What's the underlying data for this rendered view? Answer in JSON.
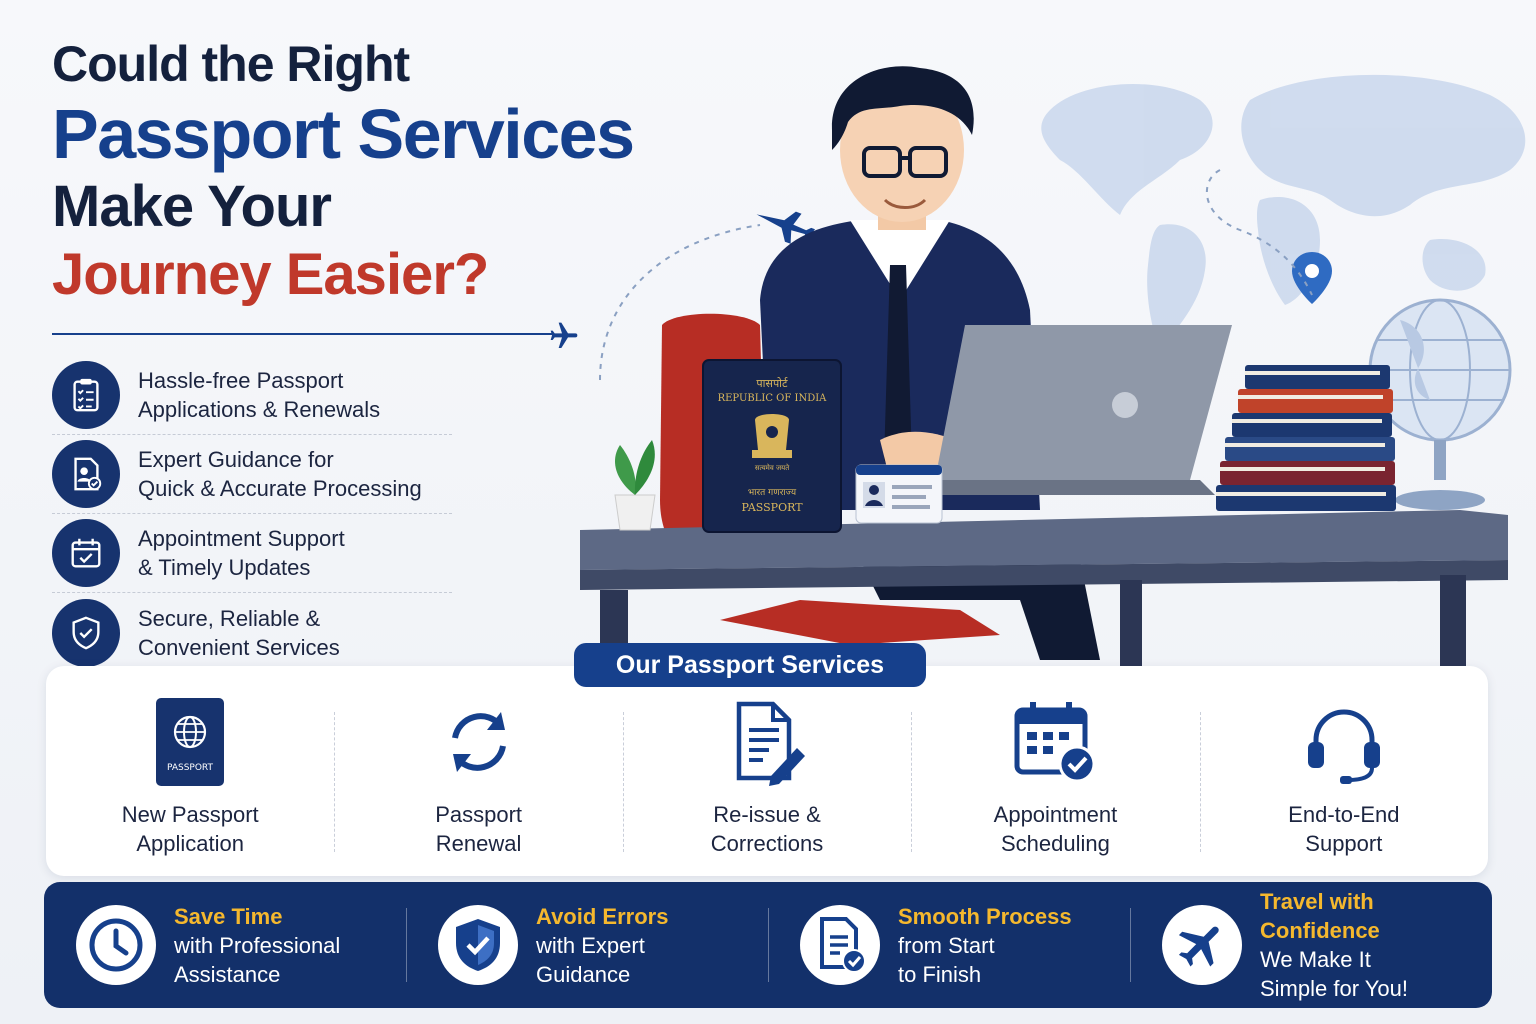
{
  "heading": {
    "line1": "Could the Right",
    "line2": "Passport Services",
    "line3": "Make Your",
    "line4": "Journey Easier?"
  },
  "features": [
    {
      "icon": "checklist-icon",
      "line1": "Hassle-free Passport",
      "line2": "Applications & Renewals"
    },
    {
      "icon": "id-document-icon",
      "line1": "Expert Guidance for",
      "line2": "Quick & Accurate Processing"
    },
    {
      "icon": "calendar-check-icon",
      "line1": "Appointment Support",
      "line2": "& Timely Updates"
    },
    {
      "icon": "shield-check-icon",
      "line1": "Secure, Reliable &",
      "line2": "Convenient Services"
    }
  ],
  "passport_prop": {
    "hindi_title": "पासपोर्ट",
    "country": "REPUBLIC OF INDIA",
    "emblem_caption": "सत्यमेव जयते",
    "hindi_label": "भारत गणराज्य",
    "label": "PASSPORT"
  },
  "services": {
    "title": "Our Passport Services",
    "items": [
      {
        "icon": "passport-icon",
        "icon_text": "PASSPORT",
        "line1": "New Passport",
        "line2": "Application"
      },
      {
        "icon": "renewal-arrows-icon",
        "line1": "Passport",
        "line2": "Renewal"
      },
      {
        "icon": "document-edit-icon",
        "line1": "Re-issue &",
        "line2": "Corrections"
      },
      {
        "icon": "calendar-icon",
        "line1": "Appointment",
        "line2": "Scheduling"
      },
      {
        "icon": "headset-icon",
        "line1": "End-to-End",
        "line2": "Support"
      }
    ]
  },
  "benefits": [
    {
      "icon": "clock-icon",
      "title": "Save Time",
      "line1": "with Professional",
      "line2": "Assistance"
    },
    {
      "icon": "shield-icon",
      "title": "Avoid Errors",
      "line1": "with Expert",
      "line2": "Guidance"
    },
    {
      "icon": "document-check-icon",
      "title": "Smooth Process",
      "line1": "from Start",
      "line2": "to Finish"
    },
    {
      "icon": "airplane-icon",
      "title": "Travel with Confidence",
      "line1": "We Make It",
      "line2": "Simple for You!"
    }
  ],
  "colors": {
    "navy": "#13306a",
    "brand_blue": "#16408c",
    "accent_red": "#c0392b",
    "accent_yellow": "#f5b82e"
  }
}
